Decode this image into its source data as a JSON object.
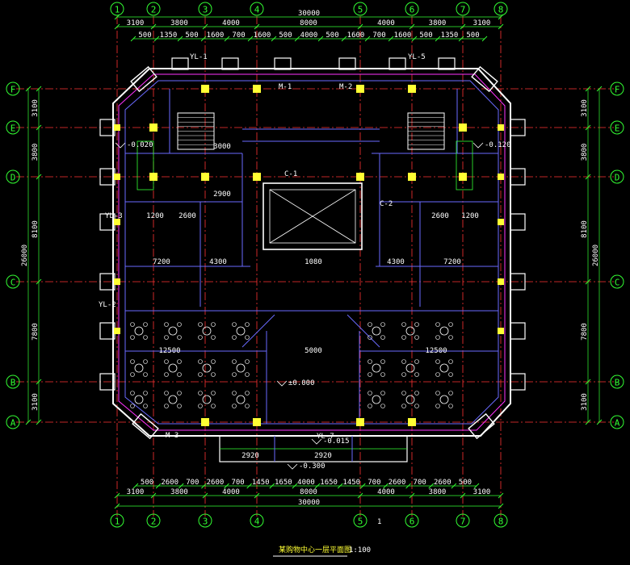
{
  "colors": {
    "background": "#000000",
    "grid_axis": "#ff3333",
    "wall": "#ffffff",
    "dimension": "#33ff33",
    "interior": "#6a6aff",
    "column": "#ffff33",
    "magenta": "#ff33ff",
    "cyan": "#33ffff"
  },
  "axes_x": [
    "1",
    "2",
    "3",
    "4",
    "5",
    "6",
    "7",
    "8"
  ],
  "axes_y": [
    "F",
    "E",
    "D",
    "C",
    "B",
    "A"
  ],
  "dims_top": {
    "overall": "30000",
    "bays": [
      "3100",
      "3800",
      "4000",
      "8000",
      "4000",
      "3800",
      "3100"
    ],
    "detail": [
      "500",
      "1350",
      "500",
      "1600",
      "700",
      "1600",
      "500",
      "4000",
      "500",
      "1600",
      "700",
      "1600",
      "500",
      "1350",
      "500"
    ]
  },
  "dims_bottom": {
    "overall": "30000",
    "bays": [
      "3100",
      "3800",
      "4000",
      "8000",
      "4000",
      "3800",
      "3100"
    ],
    "detail": [
      "500",
      "2600",
      "700",
      "2600",
      "700",
      "1450",
      "1650",
      "4000",
      "1650",
      "1450",
      "700",
      "2600",
      "700",
      "2600",
      "500"
    ]
  },
  "dims_left": {
    "overall": "26000",
    "bays": [
      "3100",
      "3800",
      "8100",
      "7800",
      "3100"
    ]
  },
  "dims_right": {
    "overall": "26000",
    "bays": [
      "3100",
      "3800",
      "8100",
      "7800",
      "3100"
    ]
  },
  "interior_dims": [
    "1200",
    "2600",
    "7200",
    "4300",
    "1080",
    "4300",
    "7200",
    "2600",
    "1200",
    "12500",
    "5000",
    "12500",
    "3000",
    "2900",
    "2920",
    "2920"
  ],
  "levels": [
    "±0.000",
    "-0.015",
    "-0.300",
    "-0.020",
    "-0.120"
  ],
  "tags": [
    "YL-1",
    "YL-2",
    "YL-3",
    "YL-5",
    "YL-7",
    "M-1",
    "M-2",
    "M-3",
    "C-1",
    "C-2"
  ],
  "title": "某购物中心一层平面图",
  "scale": "1:100",
  "sheet_number": "1"
}
